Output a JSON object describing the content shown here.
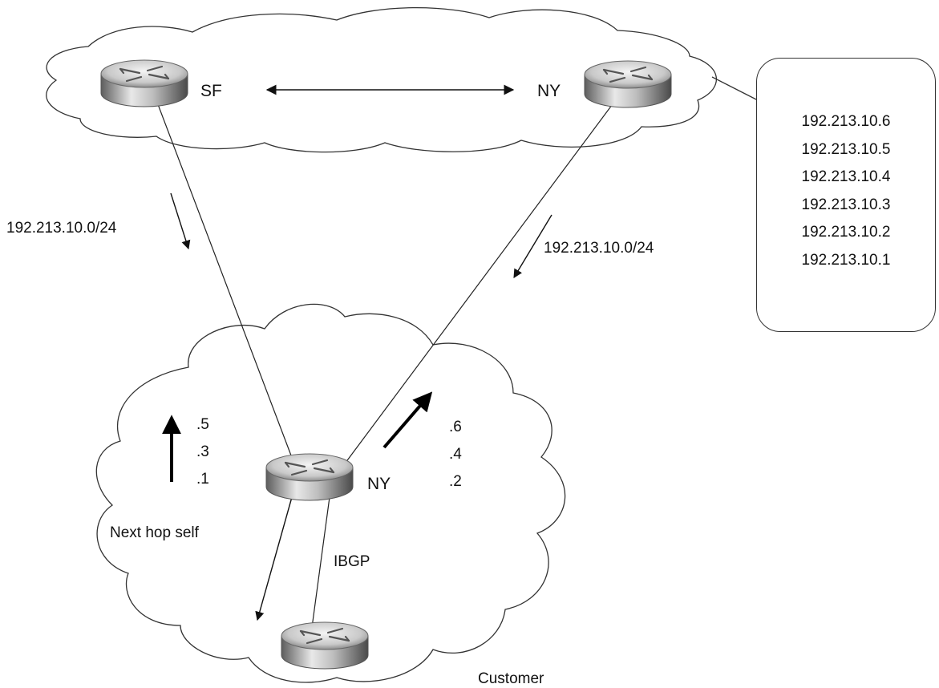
{
  "diagram": {
    "routers": {
      "sf": {
        "label": "SF"
      },
      "ny_top": {
        "label": "NY"
      },
      "ny_customer": {
        "label": "NY"
      },
      "customer": {
        "label": "Customer"
      }
    },
    "labels": {
      "prefix_left": "192.213.10.0/24",
      "prefix_right": "192.213.10.0/24",
      "next_hop": "Next hop self",
      "ibgp": "IBGP"
    },
    "hosts_left": [
      ".5",
      ".3",
      ".1"
    ],
    "hosts_right": [
      ".6",
      ".4",
      ".2"
    ],
    "ip_list": [
      "192.213.10.6",
      "192.213.10.5",
      "192.213.10.4",
      "192.213.10.3",
      "192.213.10.2",
      "192.213.10.1"
    ]
  }
}
